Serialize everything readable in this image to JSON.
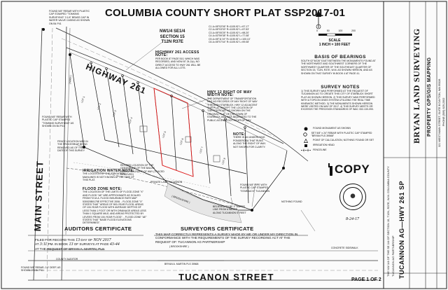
{
  "title": "COLUMBIA COUNTY SHORT PLAT SSP2017-01",
  "location": {
    "line1": "NW1/4 SE1/4",
    "line2": "SECTION 15",
    "line3": "T12N  R37E"
  },
  "roads": {
    "highway": "HIGHWAY 261",
    "main_street": "MAIN STREET",
    "tucanon_street": "TUCANON STREET"
  },
  "scale": {
    "title": "SCALE",
    "ratio": "1 INCH = 100 FEET",
    "ticks": [
      "0",
      "50",
      "100",
      "200"
    ]
  },
  "basis_of_bearings": {
    "title": "BASIS OF BEARINGS",
    "text": "SOUTH 02°46'26\" EAST BETWEEN THE MONUMENTS FOUND AT THE NORTHWEST AND SOUTHWEST CORNERS OF THE NORTHWEST QUARTER OF THE SOUTHEAST QUARTER OF SECTION 15, T12N, R37E, W.M. AS SHOWN HEREON, AND AS SHOWN ON THAT SURVEY IN BOOK 4 AT PAGE 41."
  },
  "survey_notes": {
    "title": "SURVEY NOTES",
    "text": "1) THIS SURVEY WAS PERFORMED AT THE REQUEST OF TUCANNON AG TO CREATE THIS CITY OF STARBUCK SHORT PLAT AS SHOWN HEREON. 2) THIS SURVEY WAS PERFORMED WITH A TOPCON GNSS SYSTEM UTILIZING THE REAL TIME KINEMATIC METHOD. 3) THE MONUMENTS SHOWN HEREON WERE VISITED ON MAY OF 2017. 4) THIS SURVEY MEETS OR EXCEEDS THE PRECISION STANDARDS OF WAC 332-130-090."
  },
  "legend": {
    "items": [
      "FOUND MONUMENT AS SHOWN",
      "SET 5/8\" x 24\" REBAR WITH PLASTIC CAP STAMPED \"BRYAN PLS 39568\"",
      "POINT OF CALCULATION, NOTHING FOUND OR SET",
      "IRRIGATION HEAD",
      "FENCELINE"
    ]
  },
  "copy_stamp": "COPY",
  "notes": {
    "hwy_access": {
      "title": "HIGHWAY 261 ACCESS NOTE:",
      "text": "PER BOOK 87 PAGE 510, WHICH WAS RECORDED, AND NOW AT 24-2(x), NO DIRECT ACCESS TO HWY 261 WILL BE ALLOWED FOR ALL LOTS."
    },
    "hwy_row": {
      "title": "HWY 12 RIGHT OF WAY WIDTH NOTE:",
      "text": "THE DEPARTMENT OF TRANSPORTATION HAS NO RECORDS OF ANY RIGHT OF WAY THROUGH STARBUCK. HWY 12 ADJACENT THIS PLAT, EXCEPT THE LOCATION OF \"DAYTON ROAD\" AS SHOWN ON THE ORIGINAL PLAT OF THE TOWN OF STARBUCK AND WAS DEDICATED TO THE PUBLIC AS A 60 FOOT RIGHT OF WAY."
    },
    "ponderosa": {
      "title": "NOTE:",
      "text": "THERE IS AN UNDERLYING PONDEROSA THAT RUNS ALONG THE RIGHT OF WAY. NOT SHOWN FOR CLARITY."
    },
    "irrigation": {
      "title": "IRRIGATION WATER NOTE:",
      "text": "THE LOCATION OF THE IRRIGATION MAINLINES IS NOT KNOWN AT THE TIME OF THIS PLAT."
    },
    "flood_zone": {
      "title": "FLOOD ZONE NOTE:",
      "text": "THE LOCATION OF THE LIMITS OF FLOOD ZONE \"X\" AND FLOOD \"AE\" ARE APPROXIMATE AS SCALED FROM F.E.M.A. FLOOD INSURANCE RATE MAP 530020B0175E EFFECTIVE 2006. - FLOOD ZONE \"X\" STATES THAT \"AREAS OF 500-YEAR FLOOD; AREAS OF 100-YEAR FLOOD WITH AVERAGE DEPTHS OF LESS THAN 1 FOOT OR WITH DRAINAGE AREAS LESS THAN 1 SQUARE MILE; AND AREAS PROTECTED BY LEVEES FROM 100-YEAR FLOOD\". - FLOOD ZONE \"AE\" STATES THAT \"BASE FLOOD ELEVATIONS DETERMINED\"."
    },
    "ditch": "RECORD LOCATION OF THE CENTERLINE OF THE BAILEK IRRIGATION RIGHT OF WAY (TRACED REMOVED)",
    "fence": "FENCE LOCATION WAS IN THE PROCESS OF BEING REMOVED AS OF THE DATE OF THIS SURVEY",
    "found_pipe": "FOUND 5/8\" PIPE WITH PLASTIC CAP STAMPED \"STARBUCK\" TUCANNON",
    "believed": "BELIEVED TO BE 3\" WATER LINE FROM A WATER ALONG TUCANNON STREET",
    "private_lane": "PRIVATE LANE TUCANNON",
    "found_rebar_left": "FOUND 5/8\" REBAR WITH PLASTIC CAP STAMPED \"TOMKINS SURVEYING\" AS SHOWN ON B4 P41",
    "monument_tl": "FOUND 5/8\" REBAR WITH PLASTIC CAP STAMPED \"TOMKINS SURVEYING\" 3 1/4\" BRASS CAP IN WATER VALVE CASING AS SHOWN ON B4 P41"
  },
  "curve_table": {
    "c1": "C1  Δ=05°02'06\"  R=1105.92'  L=97.17'",
    "c2": "C2  Δ=05°03'33\"  R=1105.92'  L=97.53'",
    "c3": "C3  Δ=05°05'25\"  R=1105.92'  L=98.20'",
    "c4": "C4  Δ=03°59'38\"  R=1105.92'  L=77.08'",
    "c5": "C5  Δ=05°11'19\"  R=1105.92'  L=100.10'",
    "c6": "C6  Δ=05°07'44\"  R=1105.92'  L=99.08'"
  },
  "lots": [
    "LOT 1",
    "LOT 2",
    "LOT 3",
    "LOT 4",
    "LOT 5",
    "LOT 6",
    "LOT 7",
    "LOT 8"
  ],
  "streets_small": {
    "brookshire": "( BROOKSHIRE )",
    "brookshire2": "( BROOKSHIRE )",
    "main_dim": "( MAIN )",
    "ditch_label": "NOTHING FOUND"
  },
  "auditors_certificate": {
    "title": "AUDITORS CERTIFICATE",
    "line1_prefix": "FILED FOR RECORD THIS",
    "line1_day": "13",
    "line1_mid": "DAY OF",
    "line1_month": "NOV",
    "line1_year": "2017",
    "line2_prefix": "AT",
    "line2_time": "3:11",
    "line2_mid": "PM. IN BOOK",
    "line2_book": "13",
    "line2_mid2": "OF SURVEYS AT PAGE",
    "line2_page": "43-44",
    "line3": "AT THE REQUEST OF BRYAN A. MARTIN, PLS",
    "auditor": "COUNTY AUDITOR"
  },
  "surveyors_certificate": {
    "title": "SURVEYORS CERTIFICATE",
    "text": "THIS MAP CORRECTLY REPRESENTS A SURVEY MADE BY ME OR UNDER MY DIRECTION IN CONFORMANCE WITH THE REQUIREMENTS OF THE SURVEY RECORDING ACT AT THE REQUEST OF: TUCANNON AG PARTNERSHIP",
    "signature_line": "BRYAN A. MARTIN PLS 39568"
  },
  "bottom_notes": {
    "concrete": "CONCRETE SIDEWALK",
    "found_pipe_bottom": "FOUND 5/8\" REBAR, 0.5' DEEP, AS SHOWN ON B4 P41"
  },
  "title_block": {
    "company": "BRYAN LAND SURVEYING",
    "services": "PROPERTY   GPS/GIS   MAPPING",
    "address": "321 WEST MAIN STREET, SUITE B    DAYTON, WA 99328",
    "phone": "PHONE (509) 629-2302",
    "project": "TUCANNON AG—HWY 261 SP",
    "client": "TUCANNON AG PARTNERSHIP",
    "location_desc": "THE NW 1/4 OF THE SE 1/4 OF SECTION 15, T12N, R37E, W.M. COLUMBIA COUNTY",
    "page": "PAGE 1 OF 2"
  },
  "signature_scribble": "8-24-17"
}
